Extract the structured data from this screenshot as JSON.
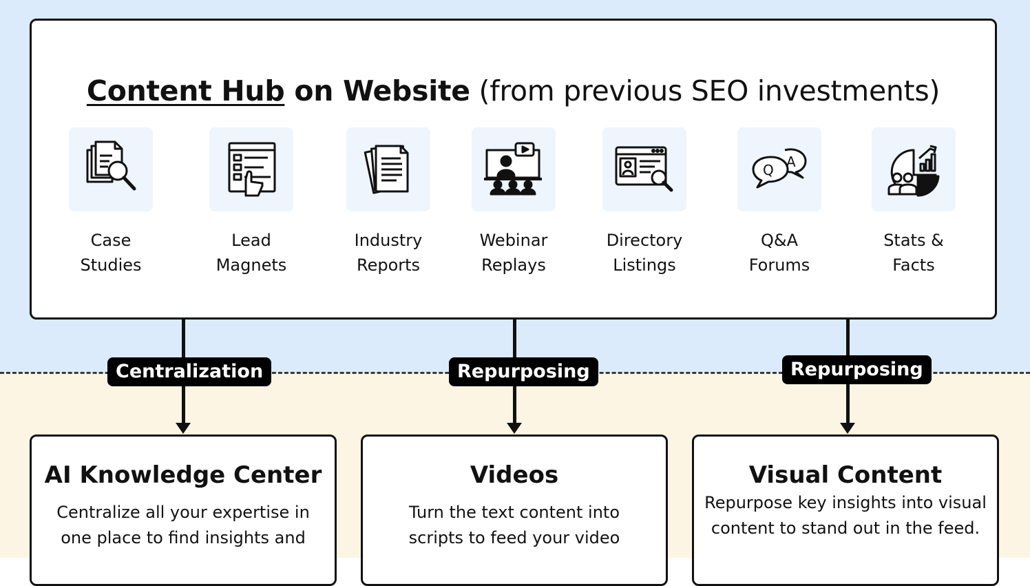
{
  "hub": {
    "title_underlined": "Content Hub",
    "title_bold_rest": " on Website",
    "title_suffix": " (from previous SEO investments)",
    "items": [
      {
        "label_line1": "Case",
        "label_line2": "Studies",
        "icon": "case-study-magnifier-icon"
      },
      {
        "label_line1": "Lead",
        "label_line2": "Magnets",
        "icon": "lead-form-click-icon"
      },
      {
        "label_line1": "Industry",
        "label_line2": "Reports",
        "icon": "report-documents-icon"
      },
      {
        "label_line1": "Webinar",
        "label_line2": "Replays",
        "icon": "webinar-presenter-icon"
      },
      {
        "label_line1": "Directory",
        "label_line2": "Listings",
        "icon": "directory-browser-search-icon"
      },
      {
        "label_line1": "Q&A",
        "label_line2": "Forums",
        "icon": "qa-speech-bubbles-icon"
      },
      {
        "label_line1": "Stats &",
        "label_line2": "Facts",
        "icon": "stats-people-chart-icon"
      }
    ]
  },
  "connectors": [
    {
      "label": "Centralization"
    },
    {
      "label": "Repurposing"
    },
    {
      "label": "Repurposing"
    }
  ],
  "cards": [
    {
      "title": "AI Knowledge Center",
      "desc": "Centralize all your expertise in one place to find insights and"
    },
    {
      "title": "Videos",
      "desc": "Turn the text content into scripts to feed your video"
    },
    {
      "title": "Visual Content",
      "desc": "Repurpose key insights into visual content to stand out in the feed."
    }
  ],
  "colors": {
    "top_background": "#dbebfb",
    "bottom_background": "#fcf5e3",
    "tile_background": "#eef5fd",
    "ink": "#111111"
  }
}
